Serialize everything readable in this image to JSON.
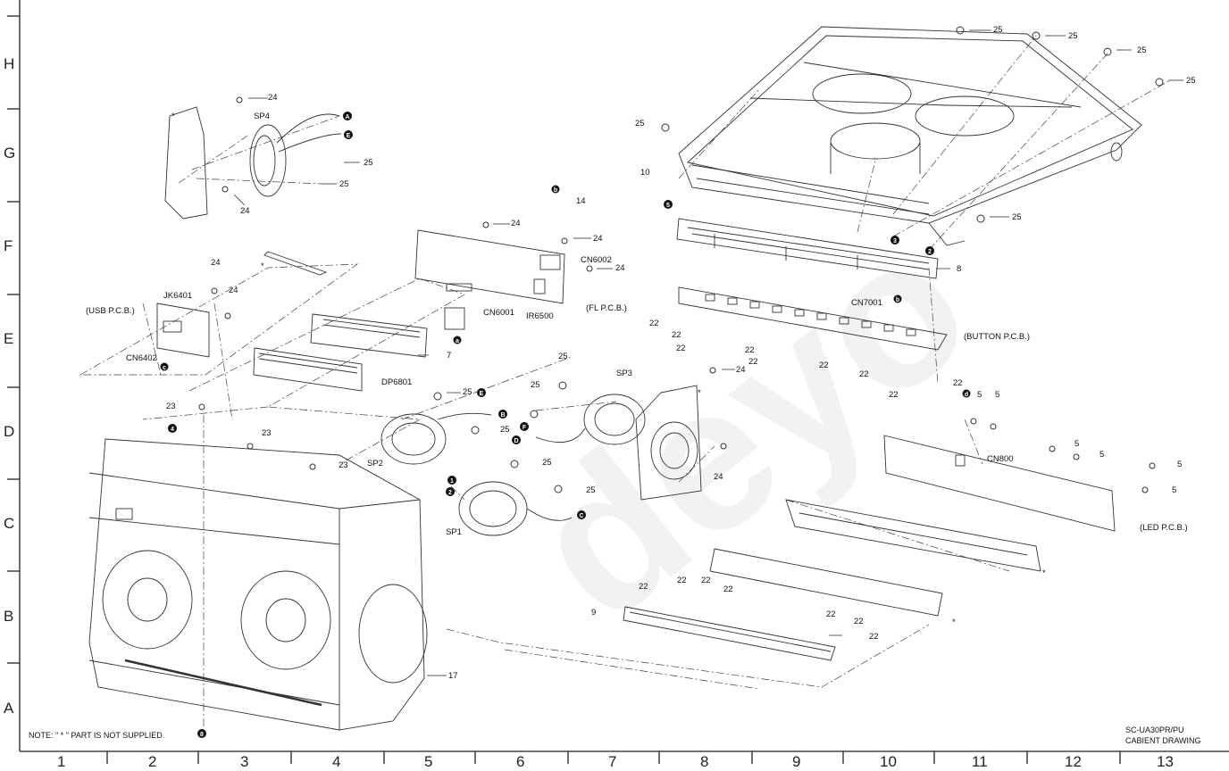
{
  "drawing": {
    "model": "SC-UA30PR/PU",
    "title": "CABIENT DRAWING",
    "note": "NOTE: \" * \" PART IS NOT SUPPLIED."
  },
  "grid": {
    "columns": [
      "1",
      "2",
      "3",
      "4",
      "5",
      "6",
      "7",
      "8",
      "9",
      "10",
      "11",
      "12",
      "13"
    ],
    "rows": [
      "H",
      "G",
      "F",
      "E",
      "D",
      "C",
      "B",
      "A"
    ]
  },
  "labels": {
    "usb_pcb": "(USB P.C.B.)",
    "fl_pcb": "(FL P.C.B.)",
    "button_pcb": "(BUTTON P.C.B.)",
    "led_pcb": "(LED P.C.B.)",
    "jk6401": "JK6401",
    "cn6402": "CN6402",
    "cn6001": "CN6001",
    "cn6002": "CN6002",
    "ir6500": "IR6500",
    "cn7001": "CN7001",
    "cn800": "CN800",
    "dp6801": "DP6801",
    "sp1": "SP1",
    "sp2": "SP2",
    "sp3": "SP3",
    "sp4": "SP4",
    "p5": "5",
    "p7": "7",
    "p8": "8",
    "p9": "9",
    "p10": "10",
    "p14": "14",
    "p17": "17",
    "p22": "22",
    "p23": "23",
    "p24": "24",
    "p25": "25",
    "star": "*"
  },
  "markers": {
    "m1": "1",
    "m2": "2",
    "m3": "3",
    "m4": "4",
    "m5": "5",
    "m8": "8",
    "ma": "a",
    "mb": "b",
    "mc": "c",
    "md": "d",
    "mA": "A",
    "mB": "B",
    "mC": "C",
    "mD": "D",
    "mE": "E",
    "mF": "F"
  }
}
